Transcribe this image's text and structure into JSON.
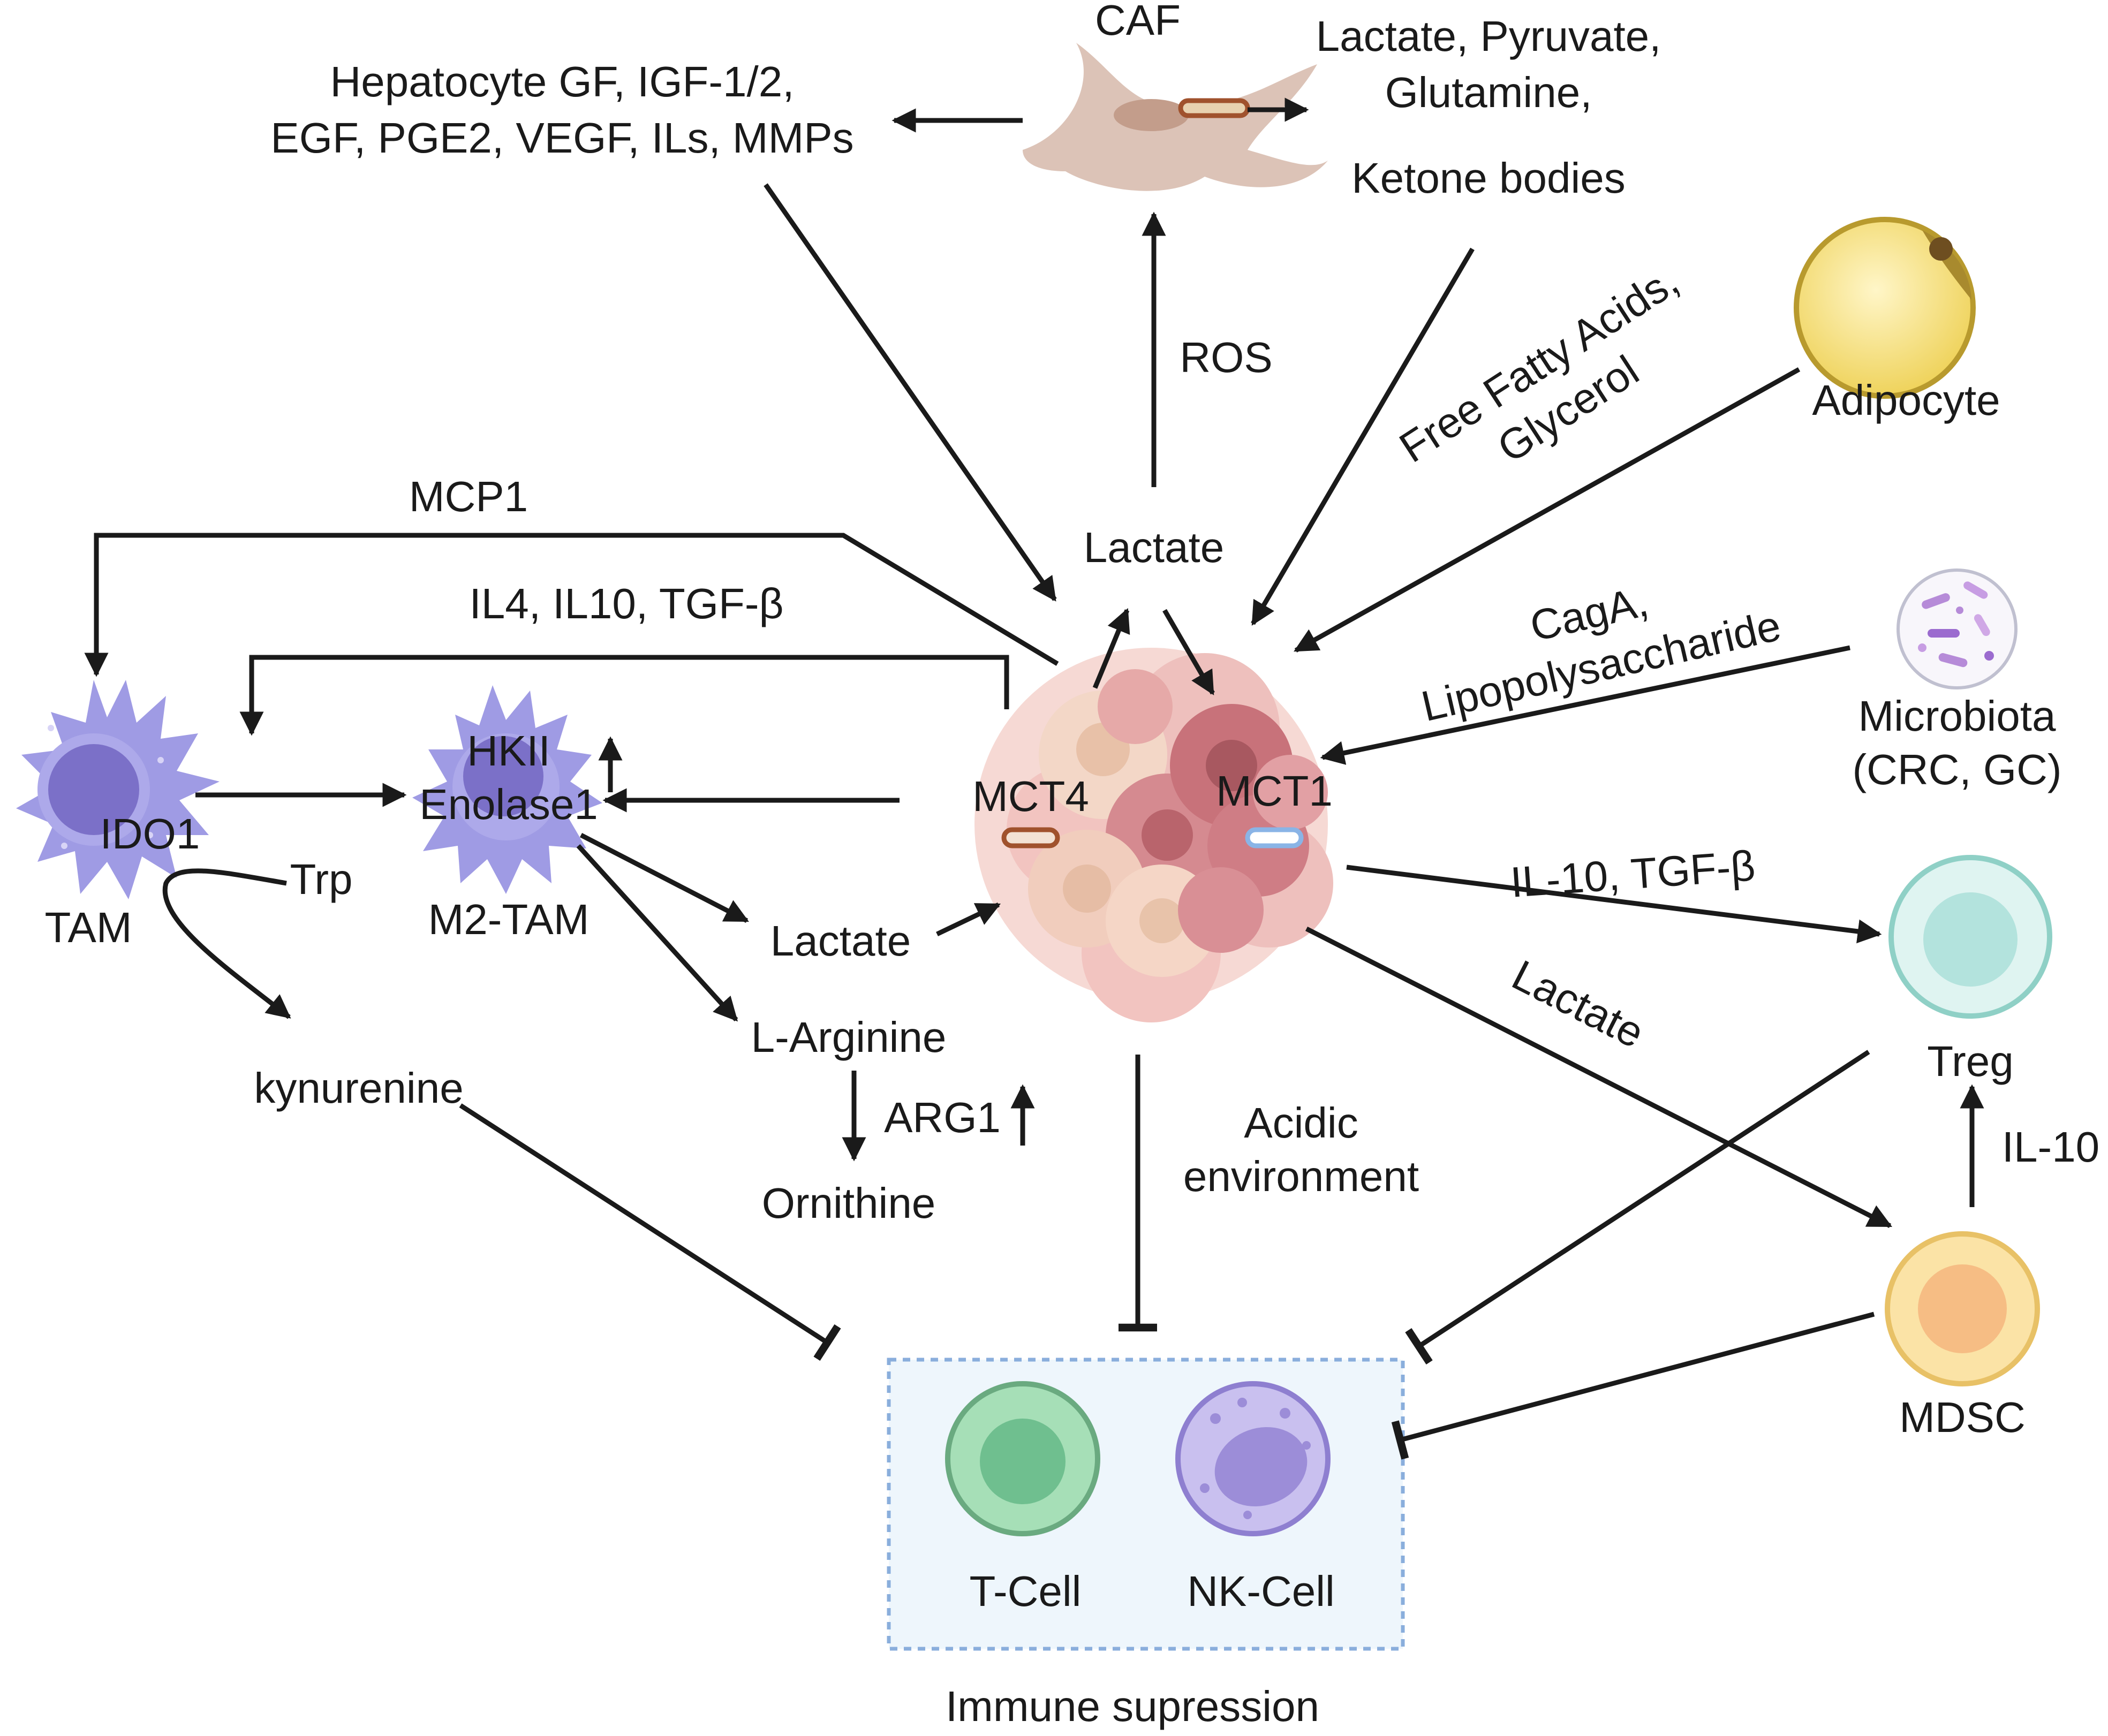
{
  "labels": {
    "caf": "CAF",
    "caf_out_left_1": "Hepatocyte GF, IGF-1/2,",
    "caf_out_left_2": "EGF, PGE2, VEGF, ILs, MMPs",
    "caf_out_right_1": "Lactate, Pyruvate,",
    "caf_out_right_2": "Glutamine,",
    "caf_out_right_3": "Ketone bodies",
    "ros": "ROS",
    "lactate_top": "Lactate",
    "ffa_1": "Free Fatty Acids,",
    "ffa_2": "Glycerol",
    "adipocyte": "Adipocyte",
    "mcp1": "MCP1",
    "il4": "IL4, IL10, TGF-β",
    "caga_1": "CagA,",
    "caga_2": "Lipopolysaccharide",
    "microbiota_1": "Microbiota",
    "microbiota_2": "(CRC, GC)",
    "hkii": "HKII",
    "enolase": "Enolase1",
    "mct4": "MCT4",
    "mct1": "MCT1",
    "ido1": "IDO1",
    "trp": "Trp",
    "tam": "TAM",
    "m2tam": "M2-TAM",
    "lactate_mid": "Lactate",
    "il10_tgf": "IL-10, TGF-β",
    "treg": "Treg",
    "larginine": "L-Arginine",
    "lactate_diag": "Lactate",
    "kynurenine": "kynurenine",
    "arg1": "ARG1",
    "acidic_1": "Acidic",
    "acidic_2": "environment",
    "ornithine": "Ornithine",
    "il10": "IL-10",
    "mdsc": "MDSC",
    "tcell": "T-Cell",
    "nkcell": "NK-Cell",
    "immune": "Immune supression"
  },
  "colors": {
    "tam": "#9f9be4",
    "tam_nucleus": "#7b70c8",
    "caf": "#dcc3b7",
    "tumor": "#d47a83",
    "tumor_light": "#f0c8c0",
    "mct4": "#a0522d",
    "mct1": "#8ab4e6",
    "adipocyte": "#f4dc6e",
    "treg": "#bfe9e4",
    "mdsc": "#f7d58b",
    "tcell": "#6fbf8f",
    "nkcell": "#9c8dd8",
    "box_fill": "#eef6fc",
    "box_border": "#8aaedc"
  }
}
